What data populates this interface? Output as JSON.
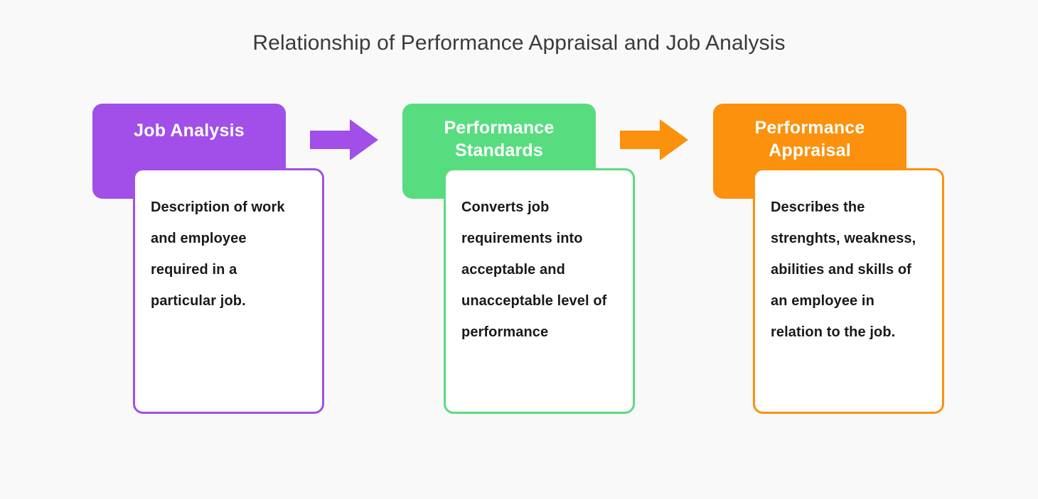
{
  "title": "Relationship of Performance Appraisal and Job Analysis",
  "colors": {
    "background": "#F9F9F9",
    "title_text": "#3A3A3A",
    "stage_1": "#A14FE8",
    "stage_2": "#57DD7F",
    "stage_3": "#FB910D",
    "card_background": "#FFFFFF",
    "body_text": "#1A1A1A",
    "header_text": "#FFFFFF"
  },
  "stages": [
    {
      "header": "Job Analysis",
      "body": "Description of work and employee required in a particular job.",
      "color": "#A14FE8"
    },
    {
      "header": "Performance\nStandards",
      "body": "Converts job requirements into acceptable and unacceptable level of performance",
      "color": "#57DD7F"
    },
    {
      "header": "Performance\nAppraisal",
      "body": "Describes the strenghts, weakness, abilities and skills of an employee in relation to the job.",
      "color": "#FB910D"
    }
  ],
  "arrows": [
    {
      "name": "arrow-job-analysis-to-performance-standards",
      "color": "#A14FE8"
    },
    {
      "name": "arrow-performance-standards-to-performance-appraisal",
      "color": "#FB910D"
    }
  ]
}
